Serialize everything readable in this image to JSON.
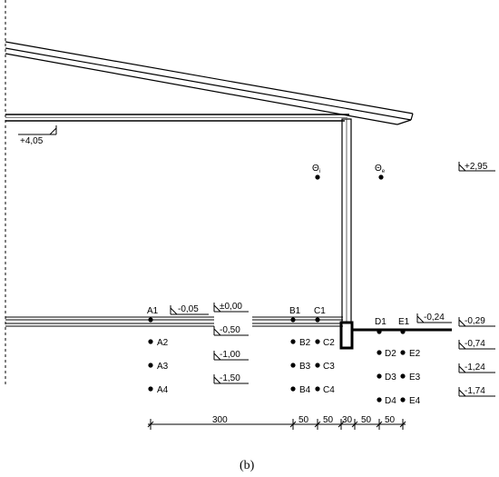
{
  "levels": {
    "ridge_left": "+4,05",
    "ext_air": "+2,95",
    "floor": "±0,00",
    "l_m005": "-0,05",
    "l_m050": "-0,50",
    "l_m100": "-1,00",
    "l_m150": "-1,50",
    "l_m024": "-0,24",
    "l_m029": "-0,29",
    "l_m074": "-0,74",
    "l_m124": "-1,24",
    "l_m174": "-1,74"
  },
  "symbols": {
    "theta_i": {
      "main": "Θ",
      "sub": "i"
    },
    "theta_e": {
      "main": "Θ",
      "sub": "e"
    }
  },
  "points": {
    "A1": "A1",
    "A2": "A2",
    "A3": "A3",
    "A4": "A4",
    "B1": "B1",
    "B2": "B2",
    "B3": "B3",
    "B4": "B4",
    "C1": "C1",
    "C2": "C2",
    "C3": "C3",
    "C4": "C4",
    "D1": "D1",
    "D2": "D2",
    "D3": "D3",
    "D4": "D4",
    "E1": "E1",
    "E2": "E2",
    "E3": "E3",
    "E4": "E4"
  },
  "dimensions": {
    "d300": "300",
    "d50a": "50",
    "d50b": "50",
    "d30": "30",
    "d50c": "50",
    "d50d": "50"
  },
  "caption": "(b)"
}
